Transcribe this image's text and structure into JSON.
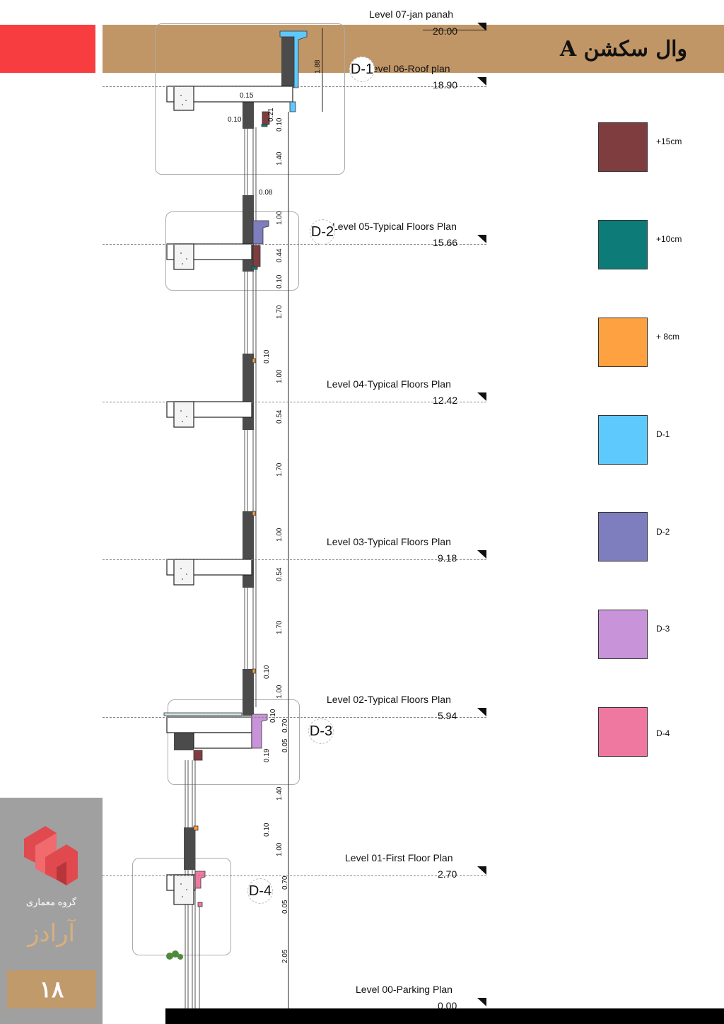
{
  "header": {
    "title": "وال سکشن A",
    "band_color": "#c19666",
    "accent_color": "#f83d41"
  },
  "levels": [
    {
      "name": "Level 07-jan panah",
      "elevation": "20.00"
    },
    {
      "name": "Level 06-Roof plan",
      "elevation": "18.90"
    },
    {
      "name": "Level 05-Typical Floors Plan",
      "elevation": "15.66"
    },
    {
      "name": "Level 04-Typical Floors Plan",
      "elevation": "12.42"
    },
    {
      "name": "Level 03-Typical Floors Plan",
      "elevation": "9.18"
    },
    {
      "name": "Level 02-Typical Floors Plan",
      "elevation": "5.94"
    },
    {
      "name": "Level 01-First Floor Plan",
      "elevation": "2.70"
    },
    {
      "name": "Level 00-Parking Plan",
      "elevation": "0.00"
    }
  ],
  "details": [
    {
      "tag": "D-1"
    },
    {
      "tag": "D-2"
    },
    {
      "tag": "D-3"
    },
    {
      "tag": "D-4"
    }
  ],
  "dimensions": {
    "d_1_88": "1.88",
    "d_0_15": "0.15",
    "d_0_10_a": "0.10",
    "d_0_21": "0.21",
    "d_0_10_b": "0.10",
    "d_1_40_a": "1.40",
    "d_0_08": "0.08",
    "d_1_00_a": "1.00",
    "d_0_44": "0.44",
    "d_0_10_c": "0.10",
    "d_1_70_a": "1.70",
    "d_0_10_d": "0.10",
    "d_1_00_b": "1.00",
    "d_0_54_a": "0.54",
    "d_1_70_b": "1.70",
    "d_1_00_c": "1.00",
    "d_0_54_b": "0.54",
    "d_1_70_c": "1.70",
    "d_0_10_e": "0.10",
    "d_1_00_d": "1.00",
    "d_0_10_f": "0.10",
    "d_0_70_a": "0.70",
    "d_0_05_a": "0.05",
    "d_0_19": "0.19",
    "d_1_40_b": "1.40",
    "d_0_10_g": "0.10",
    "d_1_00_e": "1.00",
    "d_0_70_b": "0.70",
    "d_0_05_b": "0.05",
    "d_2_05": "2.05"
  },
  "legend": [
    {
      "label": "+15cm",
      "color": "#7f3d3f"
    },
    {
      "label": "+10cm",
      "color": "#0d7c78"
    },
    {
      "label": "+ 8cm",
      "color": "#fda141"
    },
    {
      "label": "D-1",
      "color": "#5ec9fc"
    },
    {
      "label": "D-2",
      "color": "#7e7dbd"
    },
    {
      "label": "D-3",
      "color": "#c893d8"
    },
    {
      "label": "D-4",
      "color": "#ef78a1"
    }
  ],
  "footer": {
    "group_label": "گروه معماری",
    "brand": "آرادز",
    "page_number": "۱۸"
  }
}
